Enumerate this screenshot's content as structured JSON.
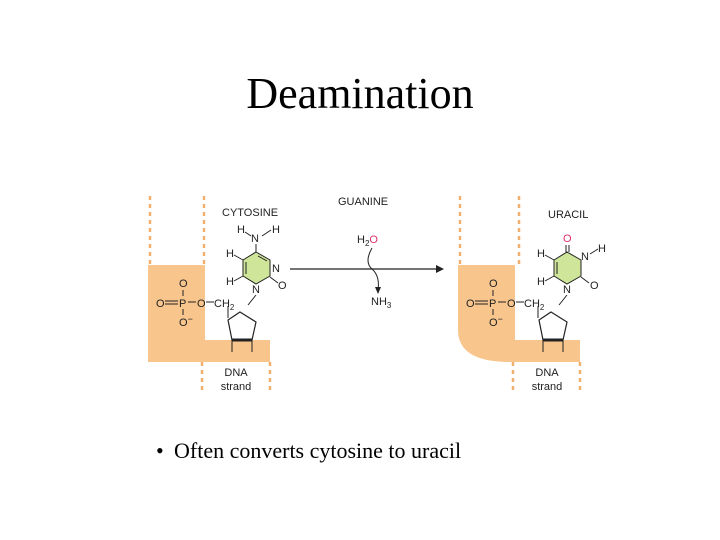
{
  "slide": {
    "title": "Deamination",
    "bullet_marker": "•",
    "bullet": "Often converts cytosine to uracil"
  },
  "diagram": {
    "left": {
      "base_name": "CYTOSINE",
      "strand_line1": "DNA",
      "strand_line2": "strand",
      "atoms": {
        "H_top_left": "H",
        "N_amino": "N",
        "H_top_right": "H",
        "H_ring_upper": "H",
        "H_ring_lower": "H",
        "N_ring_right": "N",
        "N_ring_bottom": "N",
        "O_carbonyl": "O",
        "O_phosphate_top": "O",
        "O_phosphate_left": "O",
        "P": "P",
        "O_bridge": "O",
        "CH2": "CH",
        "CH2_sub": "2",
        "O_minus": "O",
        "minus": "−",
        "minus_left": "−"
      }
    },
    "right": {
      "base_name": "URACIL",
      "strand_line1": "DNA",
      "strand_line2": "strand",
      "atoms": {
        "O_top": "O",
        "N_right": "N",
        "H_right": "H",
        "H_ring_upper": "H",
        "H_ring_lower": "H",
        "N_ring_bottom": "N",
        "O_carbonyl": "O",
        "O_phosphate_top": "O",
        "O_phosphate_left": "O",
        "P": "P",
        "O_bridge": "O",
        "CH2": "CH",
        "CH2_sub": "2",
        "O_minus": "O",
        "minus": "−",
        "minus_left": "−"
      }
    },
    "reaction": {
      "header": "GUANINE",
      "reagent": "H",
      "reagent_sub": "2",
      "reagent_o": "O",
      "product": "NH",
      "product_sub": "3"
    },
    "colors": {
      "strand_fill": "#f8c58d",
      "ring_fill": "#cfe59a",
      "oxygen_highlight": "#e0306f",
      "dotted_line": "#f0b070",
      "ink": "#222222"
    }
  }
}
